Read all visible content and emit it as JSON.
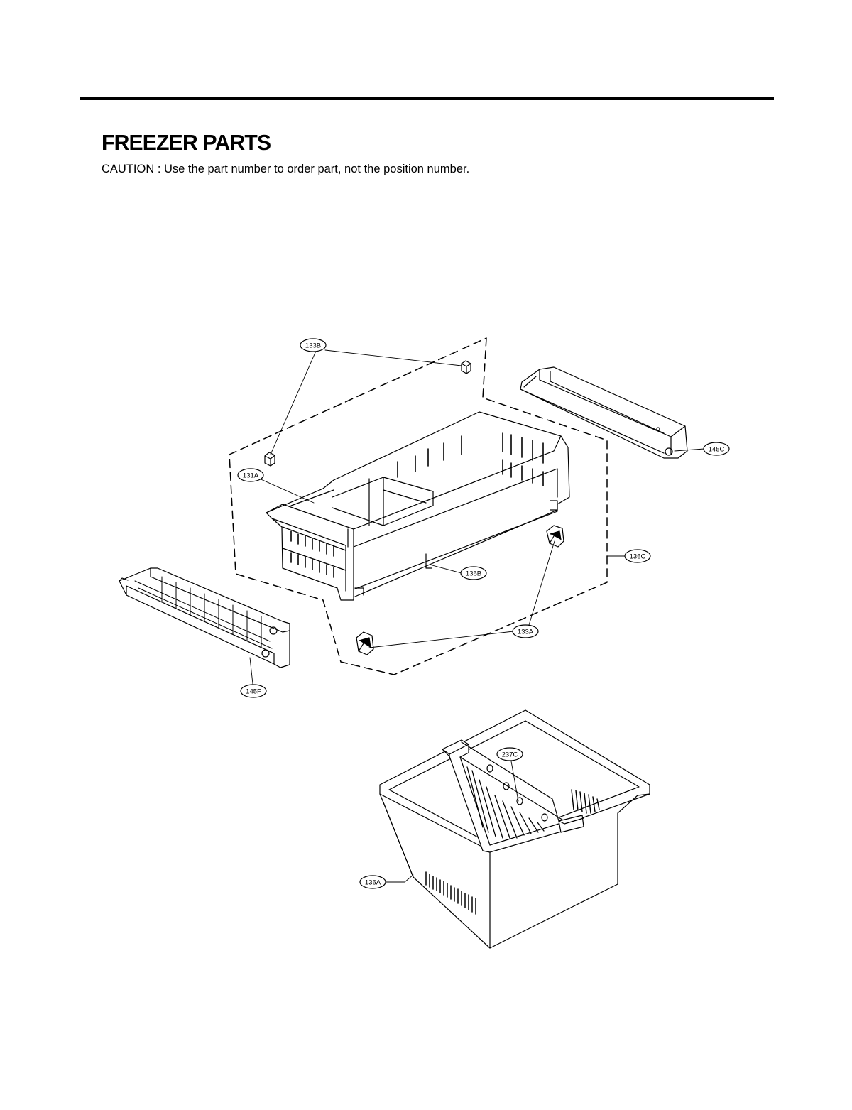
{
  "header": {
    "title": "FREEZER PARTS",
    "caution": "CAUTION : Use the part number to order part, not the position number."
  },
  "callouts": [
    {
      "id": "133B",
      "label": "133B"
    },
    {
      "id": "131A",
      "label": "131A"
    },
    {
      "id": "145C",
      "label": "145C"
    },
    {
      "id": "136C",
      "label": "136C"
    },
    {
      "id": "136B",
      "label": "136B"
    },
    {
      "id": "133A",
      "label": "133A"
    },
    {
      "id": "145F",
      "label": "145F"
    },
    {
      "id": "237C",
      "label": "237C"
    },
    {
      "id": "136A",
      "label": "136A"
    }
  ]
}
